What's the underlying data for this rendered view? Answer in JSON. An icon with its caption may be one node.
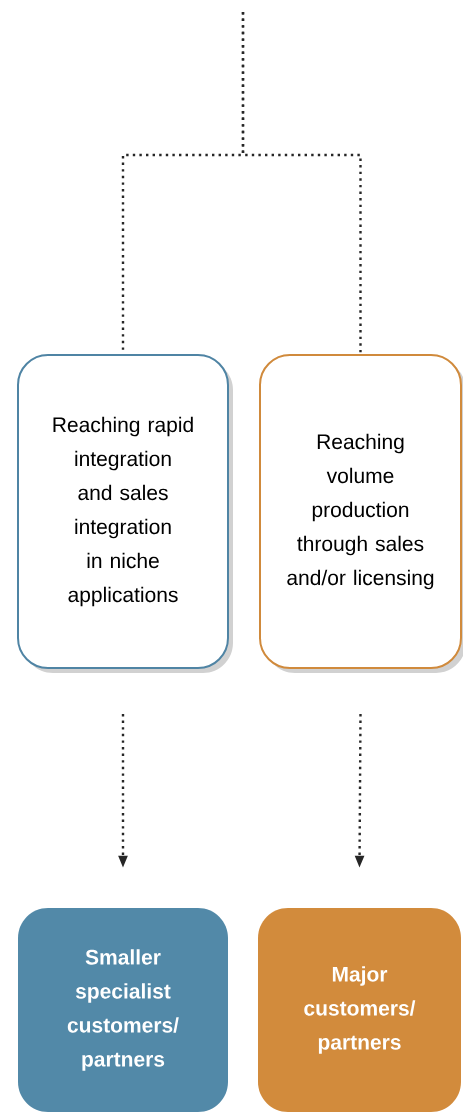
{
  "diagram": {
    "nodes": [
      {
        "text": [
          "Reaching rapid integration and sales integration in niche applications"
        ]
      },
      {
        "text": [
          "Reaching volume production through sales and/or licensing"
        ]
      },
      {
        "text": [
          "Smaller specialist customers/ partners"
        ]
      },
      {
        "text": [
          "Major customers/ partners"
        ]
      }
    ],
    "edges": [
      {
        "from": null,
        "to": 0,
        "arrow": "none"
      },
      {
        "from": null,
        "to": 1,
        "arrow": "none"
      },
      {
        "from": 0,
        "to": 2,
        "arrow": "to"
      },
      {
        "from": 1,
        "to": 3,
        "arrow": "to"
      }
    ]
  }
}
